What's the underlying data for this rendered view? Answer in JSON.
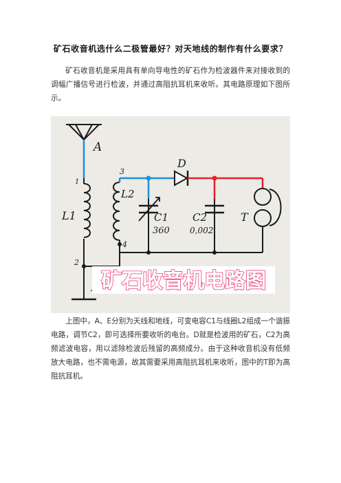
{
  "article": {
    "title": "矿石收音机选什么二极管最好？对天地线的制作有什么要求？",
    "intro": "矿石收音机是采用具有单向导电性的矿石作为检波器件来对接收到的调幅广播信号进行检波，并通过高阻抗耳机来收听。其电路原理如下图所示。",
    "description": "上图中，A、E分别为天线和地线，可变电容C1与线圈L2组成一个谐振电路，调节C2，即可选择所要收听的电台。D就是检波用的矿石，C2为高频滤波电容，用以滤除检波后残留的高频成分。由于这种收音机没有低频放大电路，也不需电源，故其需要采用高阻抗耳机来收听，图中的T即为高阻抗耳机。"
  },
  "figure": {
    "caption": "矿石收音机电路图",
    "labels": {
      "antenna": "A",
      "ground": "E",
      "coil1": "L1",
      "coil2": "L2",
      "cap1": "C1",
      "cap1_value": "360",
      "cap2": "C2",
      "cap2_value": "0,002",
      "diode": "D",
      "earphone": "T",
      "n1": "1",
      "n2": "2",
      "n3": "3",
      "n4": "4"
    },
    "colors": {
      "black_wire": "#1a1a1a",
      "blue_wire": "#1f8fd6",
      "red_wire": "#e8202a",
      "caption": "#e9427a",
      "caption_bg": "#ffffff"
    }
  }
}
